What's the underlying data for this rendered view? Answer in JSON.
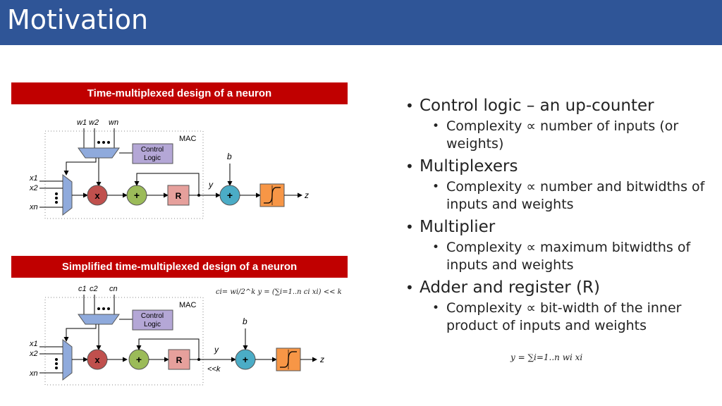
{
  "slide": {
    "title": "Motivation"
  },
  "diagram1": {
    "banner": "Time-multiplexed design of a neuron",
    "weights": [
      "w1",
      "w2",
      "wn"
    ],
    "mac_label": "MAC",
    "control_label_1": "Control",
    "control_label_2": "Logic",
    "bias": "b",
    "inputs": [
      "x1",
      "x2",
      "xn"
    ],
    "mult_symbol": "x",
    "add_symbol": "+",
    "reg_label": "R",
    "y_label": "y",
    "out_add_symbol": "+",
    "z_label": "z"
  },
  "diagram2": {
    "banner": "Simplified time-multiplexed design of a neuron",
    "coeffs": [
      "c1",
      "c2",
      "cn"
    ],
    "formula": "ci= wi/2^k    y = (∑i=1..n ci xi) << k",
    "mac_label": "MAC",
    "control_label_1": "Control",
    "control_label_2": "Logic",
    "bias": "b",
    "inputs": [
      "x1",
      "x2",
      "xn"
    ],
    "mult_symbol": "x",
    "add_symbol": "+",
    "reg_label": "R",
    "y_label": "y",
    "shift_label": "<<k",
    "out_add_symbol": "+",
    "z_label": "z"
  },
  "bullets": [
    {
      "text": "Control logic – an up-counter",
      "sub": [
        "Complexity ∝ number of inputs (or weights)"
      ]
    },
    {
      "text": "Multiplexers",
      "sub": [
        "Complexity ∝ number and bitwidths of inputs and weights"
      ]
    },
    {
      "text": "Multiplier",
      "sub": [
        "Complexity ∝ maximum bitwidths of inputs and weights"
      ]
    },
    {
      "text": "Adder and register (R)",
      "sub": [
        "Complexity ∝ bit-width of the inner product of inputs and weights"
      ]
    }
  ],
  "equation": "y = ∑i=1..n wi xi",
  "colors": {
    "title_bar": "#2f5597",
    "banner": "#c00000",
    "mux": "#8faadc",
    "control": "#b4a7d6",
    "mult": "#c0504d",
    "adder": "#9bbb59",
    "register": "#e6a09c",
    "out_adder": "#4bacc6",
    "activation": "#f79646"
  }
}
